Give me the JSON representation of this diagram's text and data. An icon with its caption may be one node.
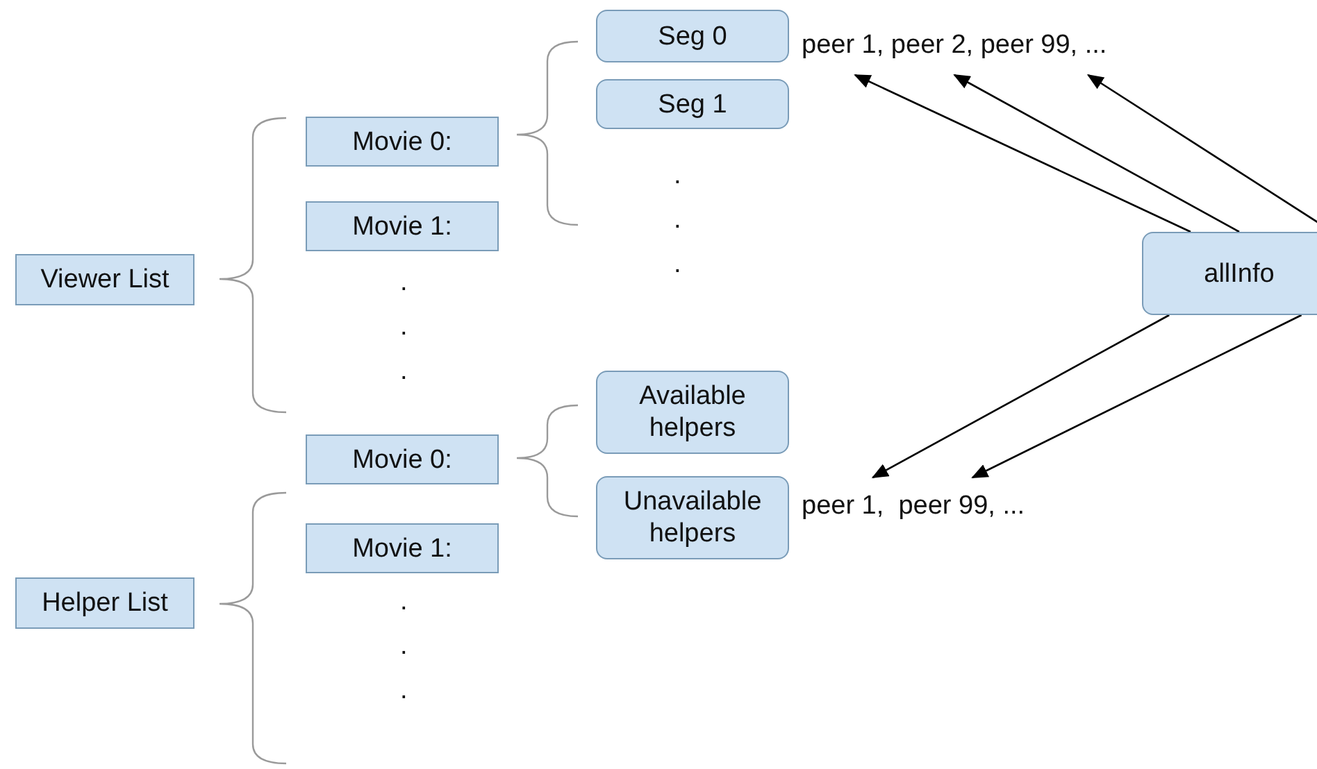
{
  "diagram": {
    "nodes": [
      {
        "text": [
          "Seg 0"
        ]
      },
      {
        "text": [
          "peer 1, peer 2, peer 99, ..."
        ]
      },
      {
        "text": [
          "Seg 1"
        ]
      },
      {
        "text": [
          "Movie 0:"
        ]
      },
      {
        "text": [
          "Movie 1:"
        ]
      },
      {
        "text": [
          "Viewer List"
        ]
      },
      {
        "text": [
          "allInfo"
        ]
      },
      {
        "text": [
          "Available helpers"
        ]
      },
      {
        "text": [
          "Movie 0:"
        ]
      },
      {
        "text": [
          "Unavailable helpers"
        ]
      },
      {
        "text": [
          "peer 1,  peer 99, ..."
        ]
      },
      {
        "text": [
          "Movie 1:"
        ]
      },
      {
        "text": [
          "Helper List"
        ]
      }
    ],
    "edges": [
      {
        "from": 6,
        "to": 1,
        "arrow": "to"
      },
      {
        "from": 6,
        "to": 1,
        "arrow": "to"
      },
      {
        "from": 6,
        "to": 1,
        "arrow": "to"
      },
      {
        "from": 6,
        "to": 10,
        "arrow": "to"
      },
      {
        "from": 6,
        "to": 10,
        "arrow": "to"
      }
    ],
    "labels": [
      ".",
      ".",
      ".",
      ".",
      ".",
      ".",
      ".",
      ".",
      "."
    ]
  }
}
